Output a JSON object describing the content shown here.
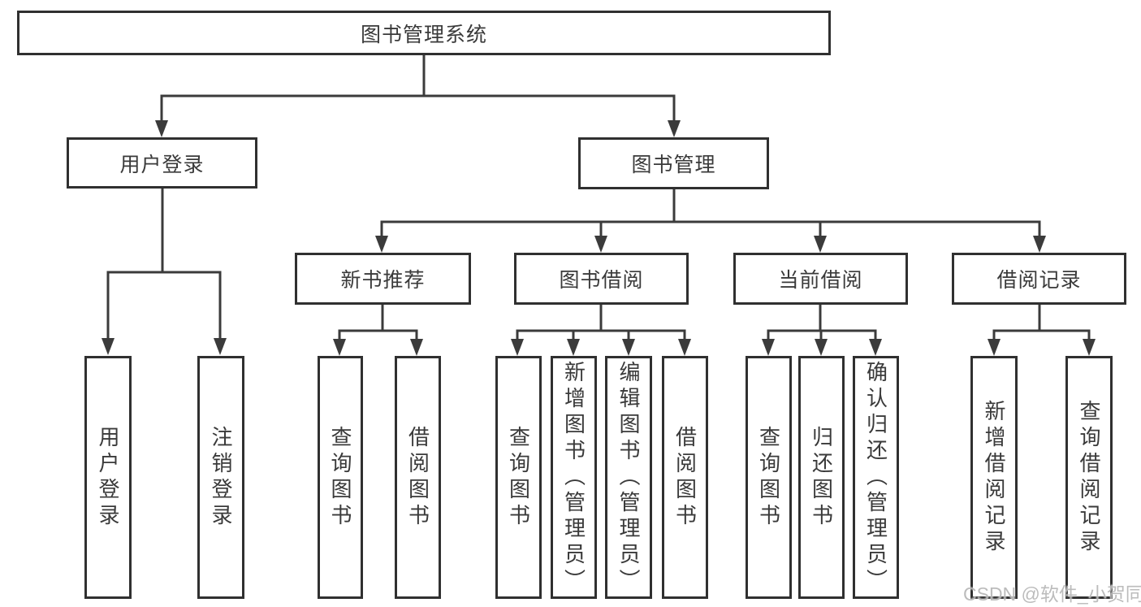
{
  "diagram": {
    "type": "tree",
    "root": {
      "label": "图书管理系统"
    },
    "level2": [
      {
        "label": "用户登录"
      },
      {
        "label": "图书管理"
      }
    ],
    "level3": [
      {
        "parent": "图书管理",
        "label": "新书推荐"
      },
      {
        "parent": "图书管理",
        "label": "图书借阅"
      },
      {
        "parent": "图书管理",
        "label": "当前借阅"
      },
      {
        "parent": "图书管理",
        "label": "借阅记录"
      }
    ],
    "level4": [
      {
        "parent": "用户登录",
        "label": "用户登录"
      },
      {
        "parent": "用户登录",
        "label": "注销登录"
      },
      {
        "parent": "新书推荐",
        "label": "查询图书"
      },
      {
        "parent": "新书推荐",
        "label": "借阅图书"
      },
      {
        "parent": "图书借阅",
        "label": "查询图书"
      },
      {
        "parent": "图书借阅",
        "label": "新增图书（管理员）"
      },
      {
        "parent": "图书借阅",
        "label": "编辑图书（管理员）"
      },
      {
        "parent": "图书借阅",
        "label": "借阅图书"
      },
      {
        "parent": "当前借阅",
        "label": "查询图书"
      },
      {
        "parent": "当前借阅",
        "label": "归还图书"
      },
      {
        "parent": "当前借阅",
        "label": "确认归还（管理员）"
      },
      {
        "parent": "借阅记录",
        "label": "新增借阅记录"
      },
      {
        "parent": "借阅记录",
        "label": "查询借阅记录"
      }
    ],
    "watermark": "CSDN @软件_小贺同学",
    "colors": {
      "line": "#3b3b3b",
      "border": "#303030",
      "text": "#3a3a3a",
      "watermark": "#b0b0b0",
      "background": "#ffffff"
    }
  }
}
